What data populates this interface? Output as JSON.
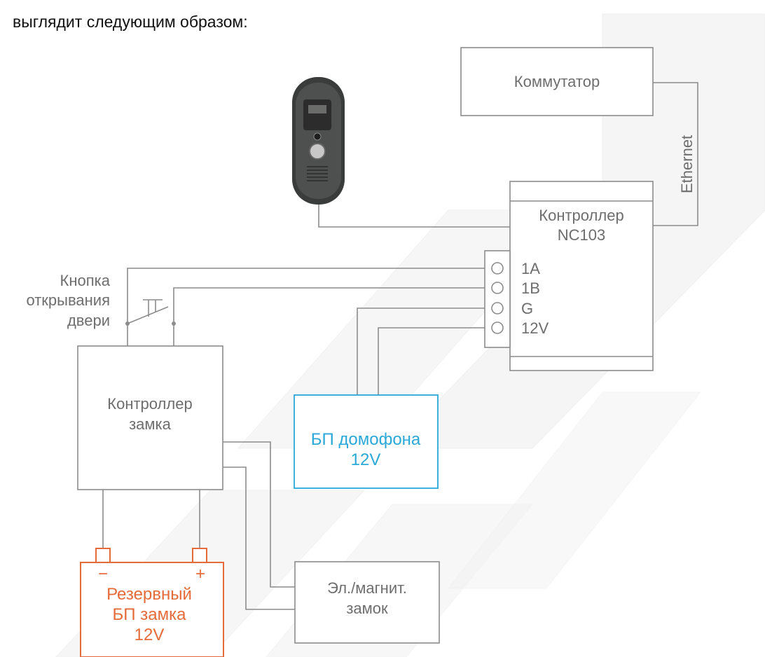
{
  "intro_text": "выглядит следующим образом:",
  "colors": {
    "line": "#8c8c8c",
    "text": "#6e6e6e",
    "intercom_psu": "#2aa8d8",
    "backup_psu": "#e56b3a",
    "watermark": "#f2f2f2"
  },
  "diagram": {
    "switch": {
      "label": "Коммутатор"
    },
    "ethernet": {
      "label": "Ethernet"
    },
    "controller": {
      "label_line1": "Контроллер",
      "label_line2": "NC103",
      "terminals": [
        "1A",
        "1B",
        "G",
        "12V"
      ]
    },
    "door_button": {
      "label_line1": "Кнопка",
      "label_line2": "открывания",
      "label_line3": "двери"
    },
    "lock_controller": {
      "label_line1": "Контроллер",
      "label_line2": "замка"
    },
    "intercom_psu": {
      "label_line1": "БП домофона",
      "label_line2": "12V"
    },
    "backup_psu": {
      "minus": "−",
      "plus": "+",
      "label_line1": "Резервный",
      "label_line2": "БП замка",
      "label_line3": "12V"
    },
    "lock": {
      "label_line1": "Эл./магнит.",
      "label_line2": "замок"
    },
    "icons": [
      "video-doorphone-icon",
      "push-button-switch-icon"
    ]
  }
}
